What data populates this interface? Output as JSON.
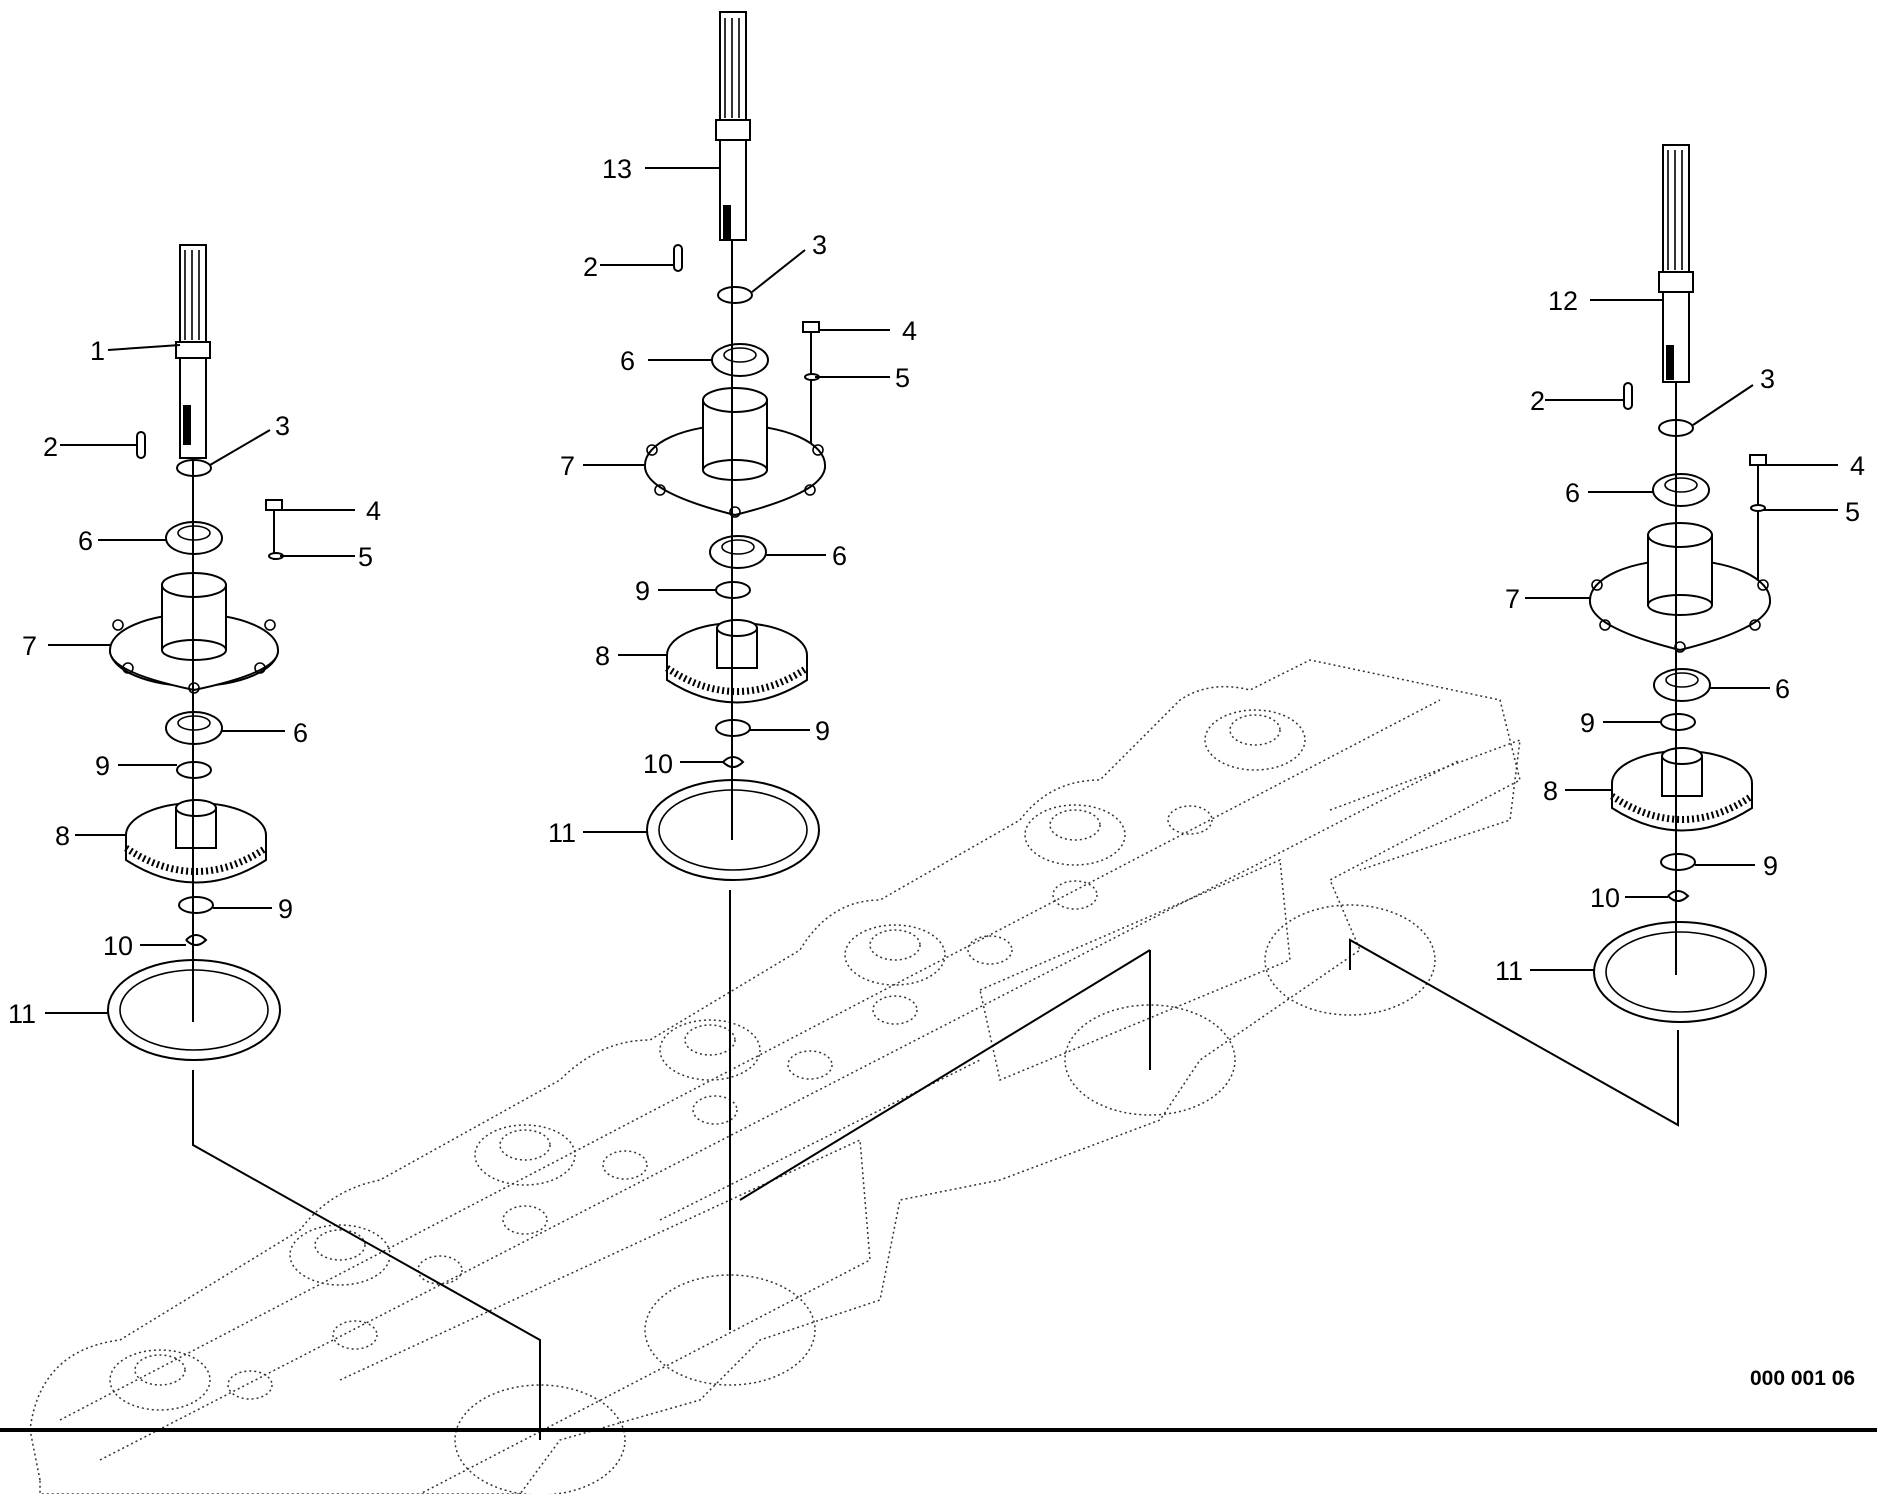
{
  "drawing_reference": "000 001 06",
  "assemblies": [
    {
      "name": "left",
      "callouts": [
        {
          "label": "1"
        },
        {
          "label": "2"
        },
        {
          "label": "3"
        },
        {
          "label": "4"
        },
        {
          "label": "5"
        },
        {
          "label": "6"
        },
        {
          "label": "7"
        },
        {
          "label": "6"
        },
        {
          "label": "9"
        },
        {
          "label": "8"
        },
        {
          "label": "9"
        },
        {
          "label": "10"
        },
        {
          "label": "11"
        }
      ]
    },
    {
      "name": "center",
      "callouts": [
        {
          "label": "13"
        },
        {
          "label": "2"
        },
        {
          "label": "3"
        },
        {
          "label": "4"
        },
        {
          "label": "6"
        },
        {
          "label": "5"
        },
        {
          "label": "7"
        },
        {
          "label": "6"
        },
        {
          "label": "9"
        },
        {
          "label": "8"
        },
        {
          "label": "9"
        },
        {
          "label": "10"
        },
        {
          "label": "11"
        }
      ]
    },
    {
      "name": "right",
      "callouts": [
        {
          "label": "12"
        },
        {
          "label": "2"
        },
        {
          "label": "3"
        },
        {
          "label": "4"
        },
        {
          "label": "6"
        },
        {
          "label": "5"
        },
        {
          "label": "7"
        },
        {
          "label": "6"
        },
        {
          "label": "9"
        },
        {
          "label": "8"
        },
        {
          "label": "9"
        },
        {
          "label": "10"
        },
        {
          "label": "11"
        }
      ]
    }
  ]
}
